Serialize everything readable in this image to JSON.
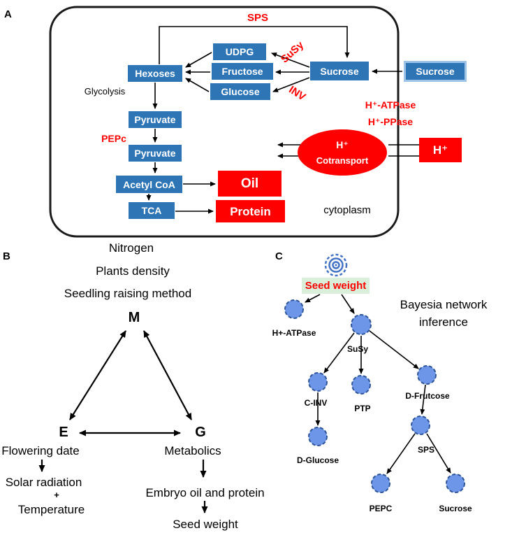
{
  "figure": {
    "panel_a_label": "A",
    "panel_b_label": "B",
    "panel_c_label": "C"
  },
  "panelA": {
    "sps": "SPS",
    "susy": "SuSy",
    "inv": "INV",
    "pepc": "PEPc",
    "h_atpase": "H⁺-ATPase",
    "h_ppase": "H⁺-PPase",
    "udpg": "UDPG",
    "fructose": "Fructose",
    "glucose": "Glucose",
    "hexoses": "Hexoses",
    "sucrose_inner": "Sucrose",
    "sucrose_outer": "Sucrose",
    "glycolysis": "Glycolysis",
    "pyruvate1": "Pyruvate",
    "pyruvate2": "Pyruvate",
    "acetyl_coa": "Acetyl CoA",
    "tca": "TCA",
    "oil": "Oil",
    "protein": "Protein",
    "h_plus_box": "H⁺",
    "ellipse_h": "H⁺",
    "ellipse_cotransport": "Cotransport",
    "cytoplasm": "cytoplasm"
  },
  "panelB": {
    "nitrogen": "Nitrogen",
    "plants_density": "Plants density",
    "seedling": "Seedling raising method",
    "m": "M",
    "e": "E",
    "g": "G",
    "flowering_date": "Flowering date",
    "solar_radiation": "Solar radiation",
    "plus": "+",
    "temperature": "Temperature",
    "metabolics": "Metabolics",
    "embryo": "Embryo oil and protein",
    "seed_weight": "Seed weight"
  },
  "panelC": {
    "seed_weight": "Seed weight",
    "title1": "Bayesia network",
    "title2": "inference",
    "h_atpase": "H+-ATPase",
    "susy": "SuSy",
    "c_inv": "C-INV",
    "ptp": "PTP",
    "d_frutcose": "D-Frutcose",
    "d_glucose": "D-Glucose",
    "sps": "SPS",
    "pepc": "PEPC",
    "sucrose": "Sucrose"
  },
  "colors": {
    "box_blue": "#2E75B6",
    "red": "#FE0000",
    "node_fill": "#6d96e8",
    "node_border": "#2F5597",
    "seed_weight_bg": "#d9efd9",
    "outer_sucrose_border": "#9DC3E6",
    "arrow_black": "#000000"
  }
}
